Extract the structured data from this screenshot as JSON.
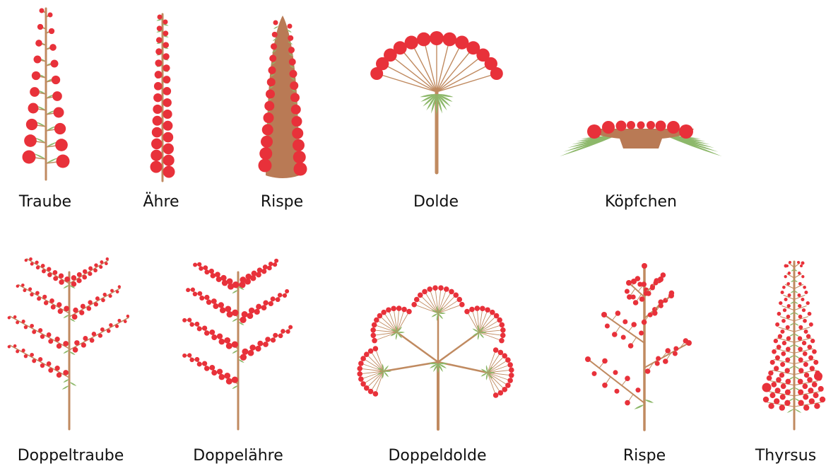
{
  "labels": {
    "traube": "Traube",
    "aehre": "Ähre",
    "rispe_top": "Rispe",
    "dolde": "Dolde",
    "koepfchen": "Köpfchen",
    "doppeltraube": "Doppeltraube",
    "doppelaehre": "Doppelähre",
    "doppeldolde": "Doppeldolde",
    "rispe_bottom": "Rispe",
    "thyrsus": "Thyrsus"
  },
  "colors": {
    "flower": "#e8313a",
    "stem": "#c08a60",
    "bract": "#8db86a",
    "receptacle": "#b97a55"
  }
}
